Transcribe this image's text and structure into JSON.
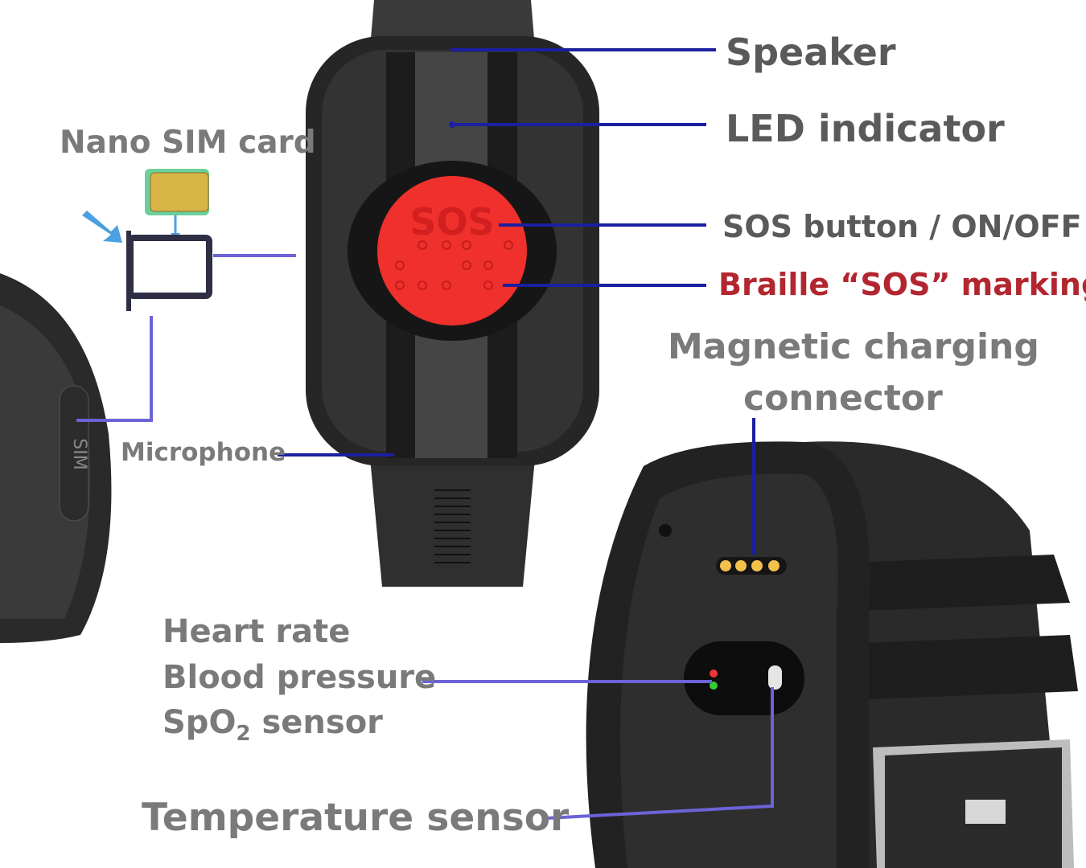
{
  "labels": {
    "speaker": "Speaker",
    "led_indicator": "LED indicator",
    "sos_button": "SOS button / ON/OFF",
    "braille": "Braille “SOS” marking",
    "magnetic_line1": "Magnetic charging",
    "magnetic_line2": "connector",
    "nano_sim": "Nano SIM card",
    "microphone": "Microphone",
    "heart_rate": "Heart rate",
    "blood_pressure": "Blood pressure",
    "spo2_prefix": "SpO",
    "spo2_sub": "2",
    "spo2_suffix": " sensor",
    "temperature": "Temperature sensor"
  },
  "device": {
    "sos_text": "SOS",
    "sim_slot_text": "SIM"
  },
  "colors": {
    "leader_dark": "#1b1fa0",
    "leader_light": "#6b63d6",
    "sos_red": "#f0302c",
    "braille_text": "#b3262f",
    "label_gray": "#7a7a7a"
  }
}
